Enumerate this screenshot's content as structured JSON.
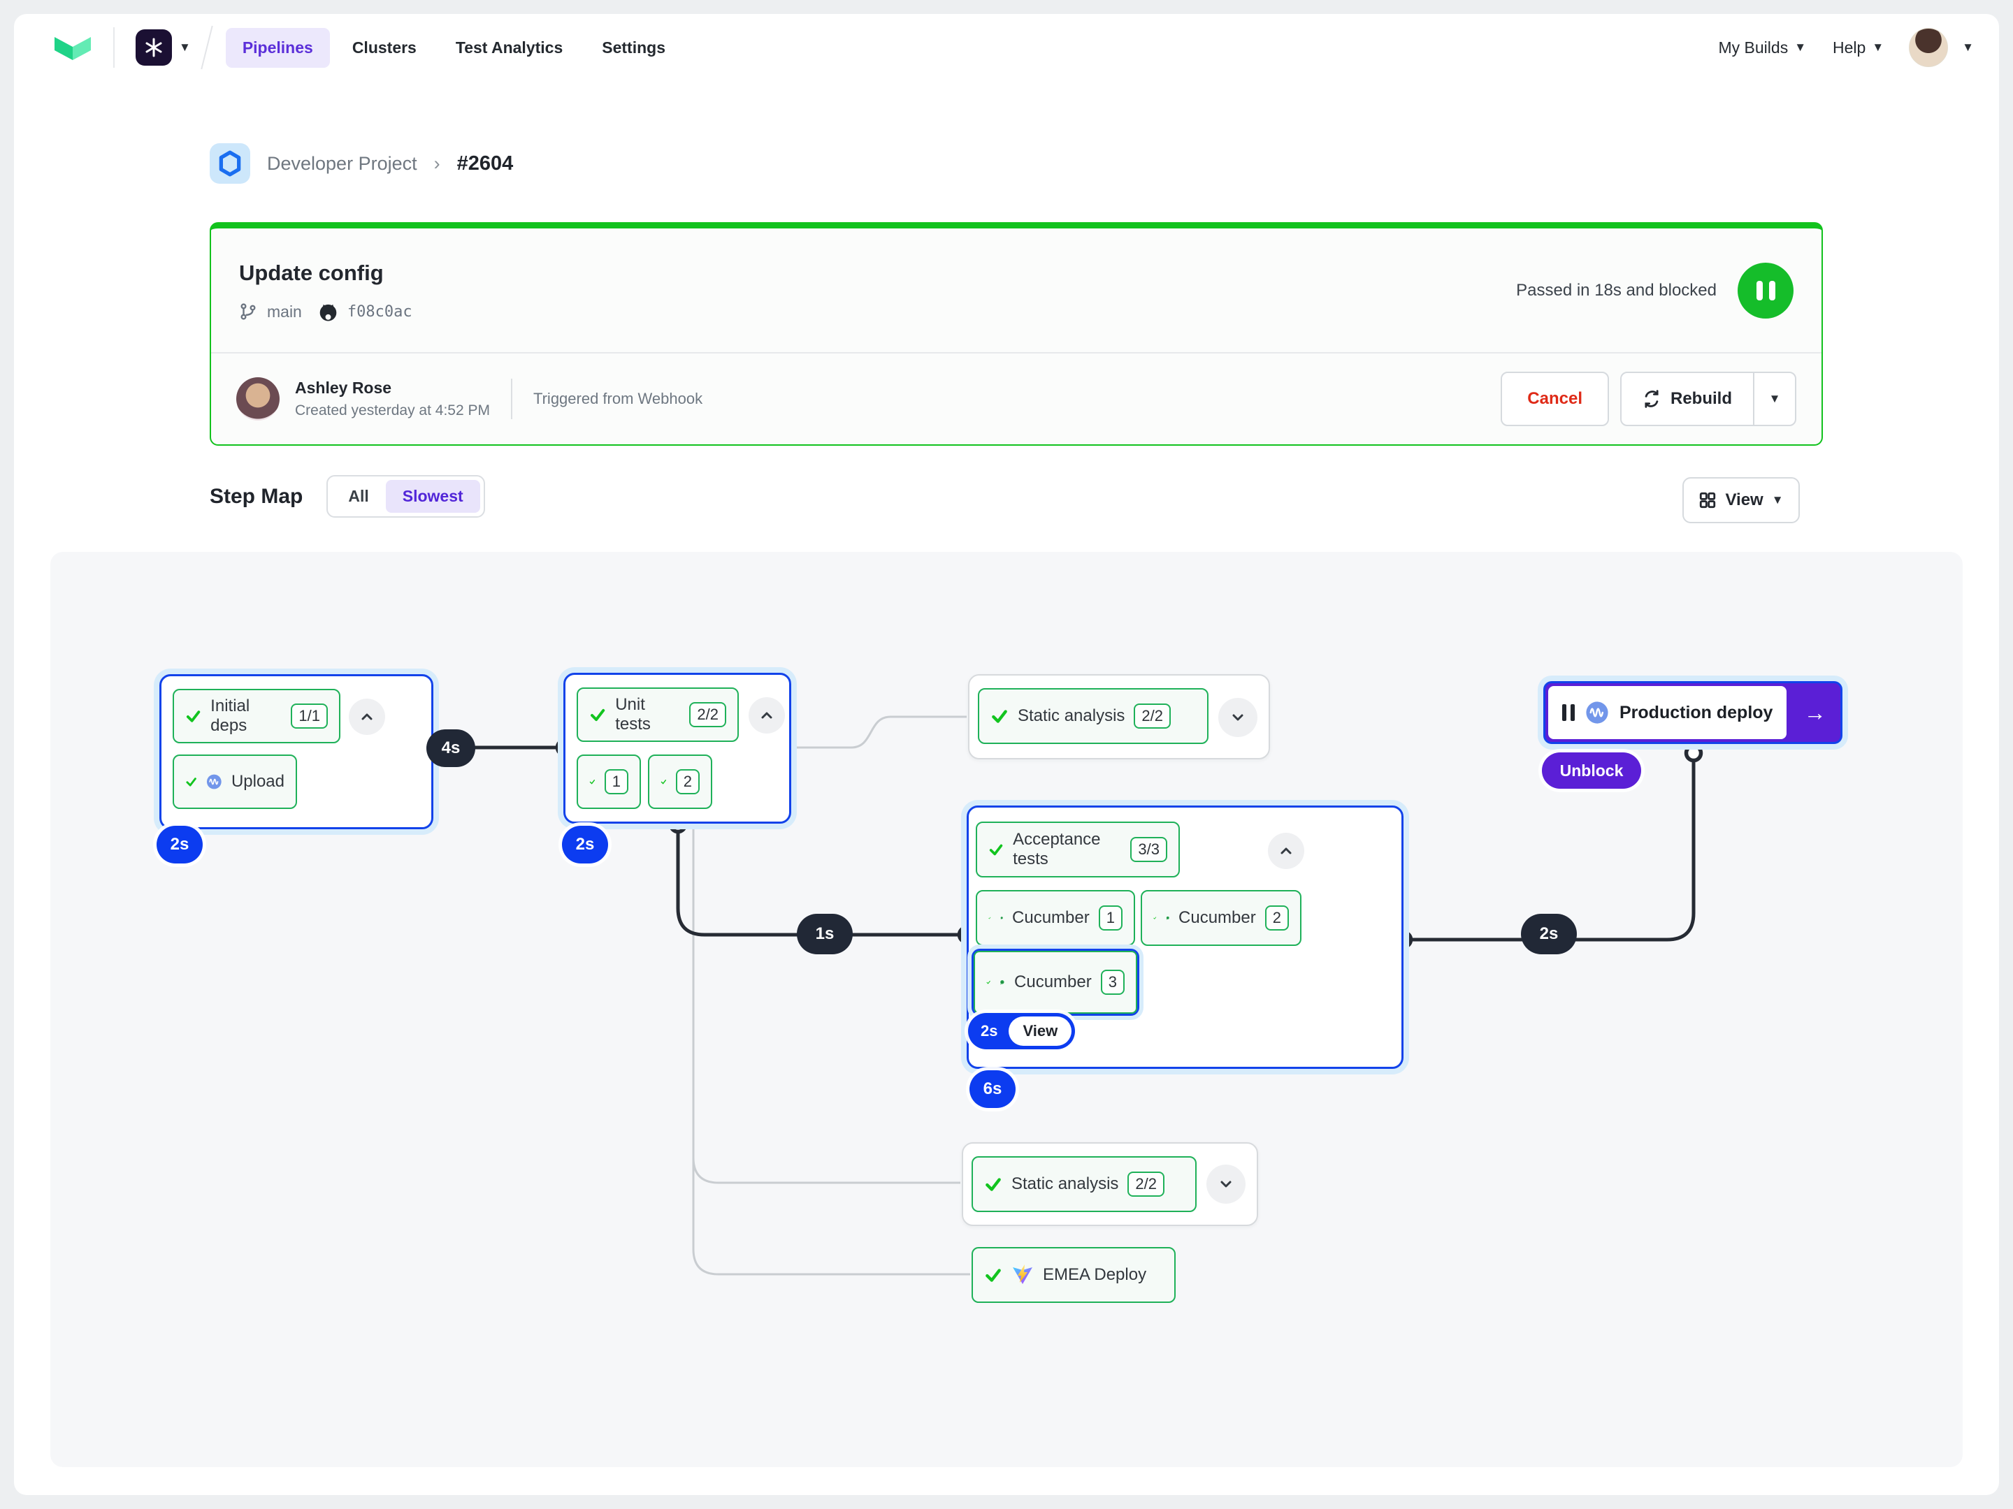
{
  "nav": {
    "tabs": [
      {
        "label": "Pipelines"
      },
      {
        "label": "Clusters"
      },
      {
        "label": "Test Analytics"
      },
      {
        "label": "Settings"
      }
    ],
    "my_builds_label": "My Builds",
    "help_label": "Help"
  },
  "breadcrumb": {
    "project": "Developer Project",
    "separator": "›",
    "build_number": "#2604"
  },
  "build_card": {
    "title": "Update config",
    "branch": "main",
    "commit": "f08c0ac",
    "status_text": "Passed in 18s and blocked",
    "author_name": "Ashley Rose",
    "created_text": "Created yesterday at 4:52 PM",
    "trigger_text": "Triggered from Webhook",
    "cancel_label": "Cancel",
    "rebuild_label": "Rebuild"
  },
  "step_map": {
    "title": "Step Map",
    "filter_all": "All",
    "filter_slowest": "Slowest",
    "active_filter": "Slowest",
    "view_label": "View"
  },
  "graph": {
    "initial_deps": {
      "label": "Initial deps",
      "count": "1/1",
      "duration": "2s"
    },
    "upload": {
      "label": "Upload"
    },
    "unit_tests": {
      "label": "Unit tests",
      "count": "2/2",
      "job1": "1",
      "job2": "2",
      "duration": "2s"
    },
    "static_analysis_top": {
      "label": "Static analysis",
      "count": "2/2"
    },
    "acceptance_tests": {
      "label": "Acceptance tests",
      "count": "3/3",
      "cucumber_label": "Cucumber",
      "cucumber1": "1",
      "cucumber2": "2",
      "cucumber3": "3",
      "selected_duration": "2s",
      "view_label": "View",
      "duration": "6s"
    },
    "production_deploy": {
      "label": "Production deploy",
      "unblock_label": "Unblock"
    },
    "static_analysis_bottom": {
      "label": "Static analysis",
      "count": "2/2"
    },
    "emea_deploy": {
      "label": "EMEA Deploy"
    },
    "edge_durations": {
      "initial_to_unit": "4s",
      "unit_to_acceptance": "1s",
      "acceptance_to_production": "2s"
    }
  },
  "colors": {
    "accent_blue": "#1243ea",
    "badge_blue": "#0c3cf0",
    "success_green": "#12c21d",
    "pill_green": "#1fb159",
    "purple": "#5b1fd6",
    "dark_pill": "#212836",
    "canvas_bg": "#f6f7f9"
  }
}
